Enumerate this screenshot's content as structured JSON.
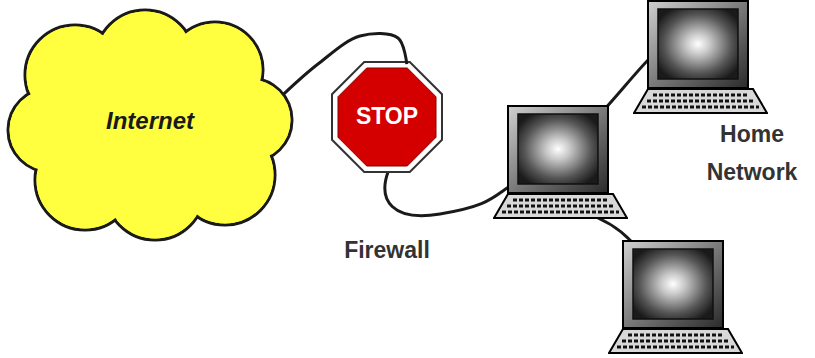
{
  "diagram": {
    "nodes": [
      {
        "text": [
          "Internet"
        ]
      },
      {
        "text": [
          "STOP",
          "Firewall"
        ]
      }
    ],
    "edges": [
      {
        "from": 0,
        "to": 1,
        "arrow": "none"
      }
    ],
    "labels": [
      "Home Network"
    ]
  }
}
